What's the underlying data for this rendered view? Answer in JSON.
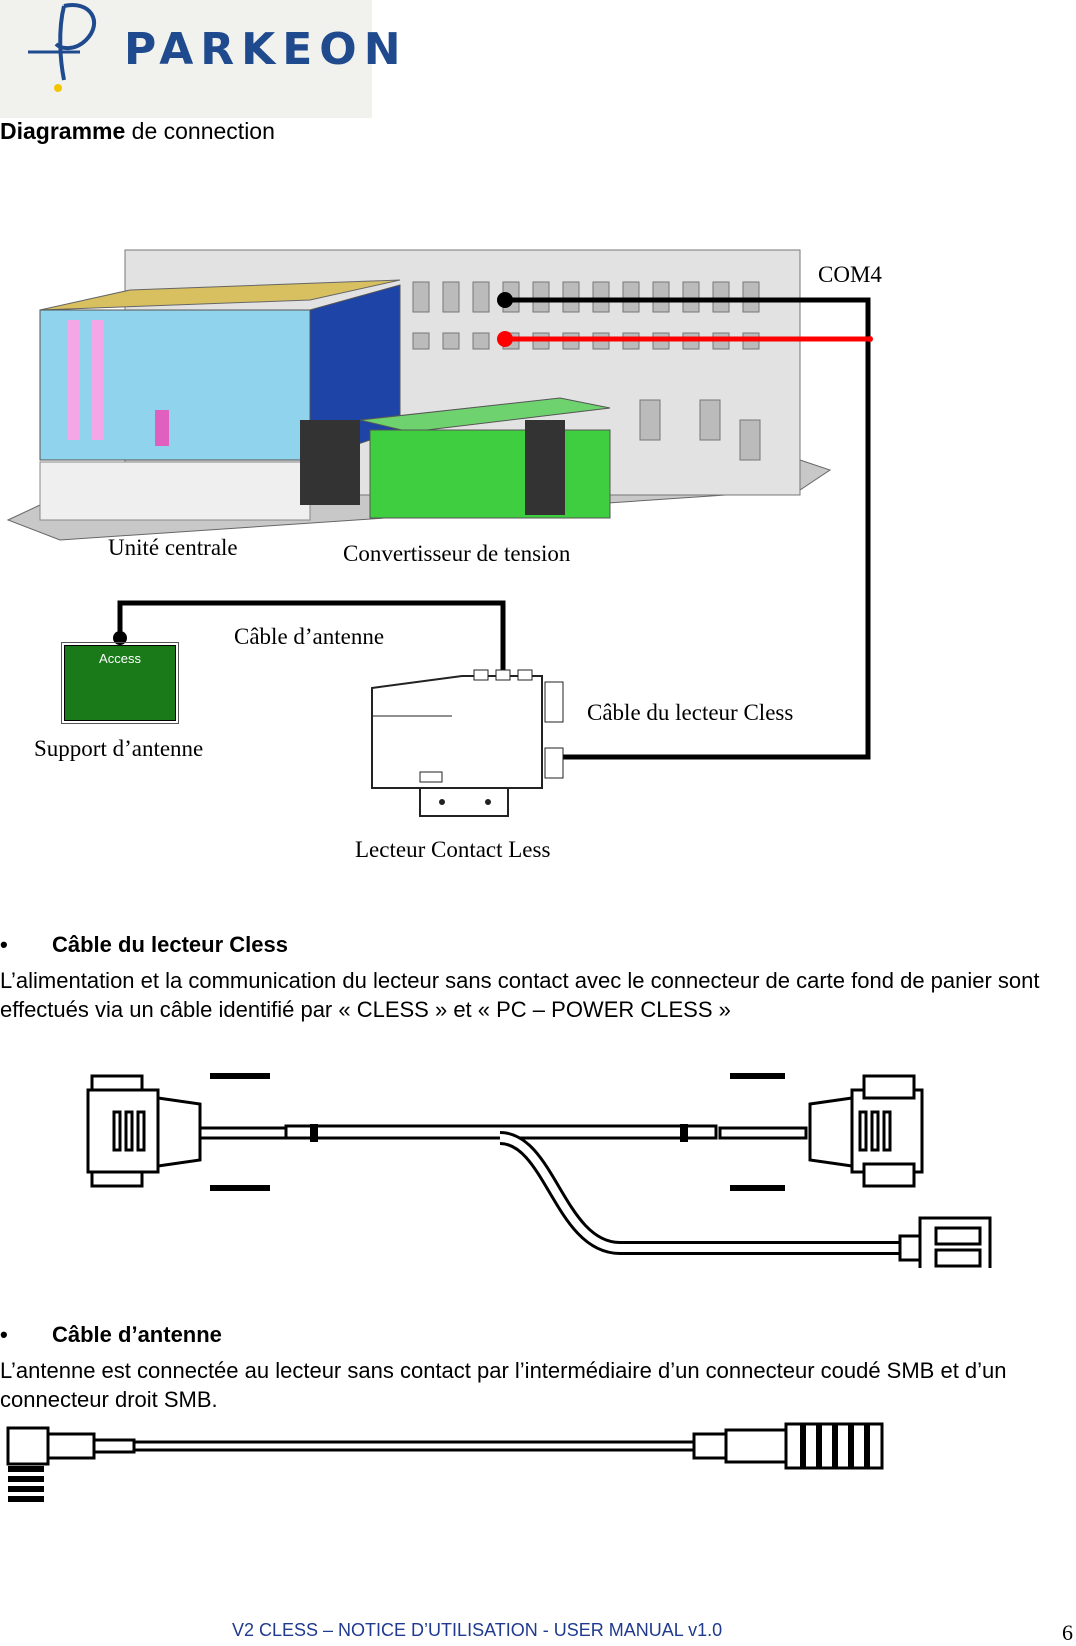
{
  "logo": {
    "text": "PARKEON"
  },
  "heading": {
    "bold": "Diagramme",
    "rest": " de connection"
  },
  "diagram": {
    "labels": {
      "com4": "COM4",
      "unite_centrale": "Unité centrale",
      "convertisseur": "Convertisseur de tension",
      "cable_antenne": "Câble d’antenne",
      "access": "Access",
      "support_antenne": "Support d’antenne",
      "cable_lecteur": "Câble du lecteur Cless",
      "lecteur": "Lecteur Contact Less"
    },
    "colors": {
      "wire_black": "#000000",
      "wire_red": "#ff0000",
      "access_green": "#1a7a1a"
    }
  },
  "sections": [
    {
      "bullet": "•",
      "title": "Câble du lecteur Cless",
      "text": "L’alimentation et la communication du lecteur sans contact avec le connecteur de carte fond de panier sont effectués via un câble identifié par « CLESS » et « PC – POWER CLESS »"
    },
    {
      "bullet": "•",
      "title": "Câble d’antenne",
      "text": "L’antenne est connectée au lecteur sans contact par l’intermédiaire d’un connecteur coudé SMB et d’un connecteur droit SMB."
    }
  ],
  "footer": {
    "text": "V2 CLESS – NOTICE  D’UTILISATION - USER MANUAL v1.0",
    "page": "6"
  }
}
